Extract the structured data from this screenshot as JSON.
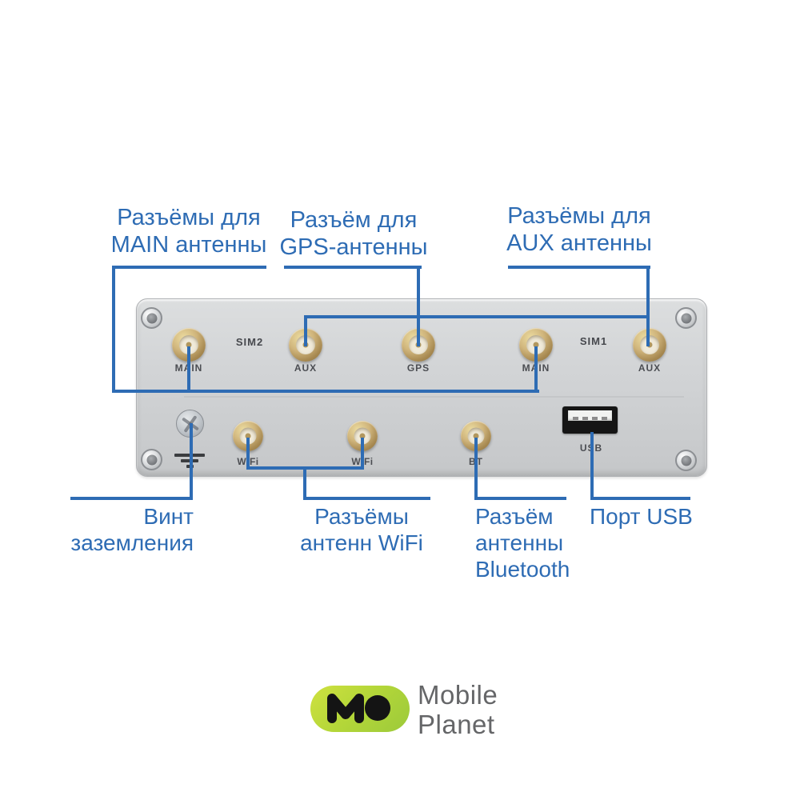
{
  "colors": {
    "accent_blue": "#2e6cb4",
    "panel_gray": "#d2d4d6",
    "connector_gold": "#c9ae74",
    "logo_green": "#aed136",
    "brand_gray": "#656668"
  },
  "callouts": {
    "main": {
      "lines": [
        "Разъёмы для",
        "MAIN антенны"
      ]
    },
    "gps": {
      "lines": [
        "Разъём для",
        "GPS-антенны"
      ]
    },
    "aux": {
      "lines": [
        "Разъёмы для",
        "AUX антенны"
      ]
    },
    "ground": {
      "lines": [
        "Винт",
        "заземления"
      ]
    },
    "wifi": {
      "lines": [
        "Разъёмы",
        "антенн WiFi"
      ]
    },
    "bluetooth": {
      "lines": [
        "Разъём",
        "антенны",
        "Bluetooth"
      ]
    },
    "usb": {
      "lines": [
        "Порт USB"
      ]
    }
  },
  "device": {
    "sim_labels": [
      "SIM2",
      "SIM1"
    ],
    "top_ports": [
      {
        "label": "MAIN"
      },
      {
        "label": "AUX"
      },
      {
        "label": "GPS"
      },
      {
        "label": "MAIN"
      },
      {
        "label": "AUX"
      }
    ],
    "bottom_ports": [
      {
        "label": "WiFi"
      },
      {
        "label": "WiFi"
      },
      {
        "label": "BT"
      }
    ],
    "usb_label": "USB"
  },
  "logo": {
    "monogram": "MO",
    "name_lines": [
      "Mobile",
      "Planet"
    ]
  }
}
